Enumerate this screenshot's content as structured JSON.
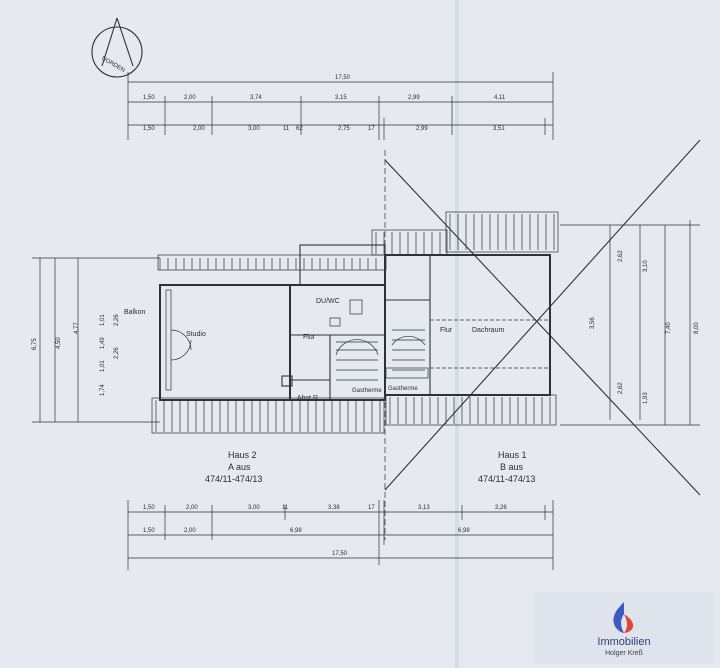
{
  "north": {
    "label": "NORDEN"
  },
  "top_dims": {
    "total": "17,50",
    "row1": [
      "1,50",
      "2,00",
      "3,74",
      "3,15",
      "2,99",
      "4,11"
    ],
    "row2": [
      "1,50",
      "2,00",
      "3,00",
      "11",
      "62",
      "2,75",
      "17",
      "2,99",
      "3,51"
    ]
  },
  "bottom_dims": {
    "row1": [
      "1,50",
      "2,00",
      "3,00",
      "11",
      "3,38",
      "17",
      "3,13",
      "3,26"
    ],
    "row2": [
      "1,50",
      "2,00",
      "6,98",
      "6,98"
    ],
    "total": "17,50"
  },
  "left_dims": {
    "total": "6,75",
    "mid": "4,50",
    "sub": "4,77",
    "parts": [
      "1,01",
      "1,49",
      "1,01",
      "2,26",
      "2,26",
      "1,74"
    ]
  },
  "right_dims": {
    "total": "8,00",
    "mid": "7,40",
    "a": "2,62",
    "b": "3,10",
    "c": "2,62",
    "d": "1,93",
    "e": "3,56"
  },
  "rooms": {
    "balkon": "Balkon",
    "studio": "Studio",
    "flur_a": "Flur",
    "du_wc": "DU/WC",
    "abst": "Abst.R.",
    "flur_b": "Flur",
    "dachraum": "Dachraum",
    "gastherme_a": "Gastherme",
    "gastherme_b": "Gastherme"
  },
  "houses": [
    {
      "name": "Haus 2",
      "sub": "A aus",
      "parcel": "474/11-474/13"
    },
    {
      "name": "Haus 1",
      "sub": "B aus",
      "parcel": "474/11-474/13"
    }
  ],
  "logo": {
    "name": "Immobilien",
    "sub": "Holger Kreß",
    "colors": {
      "blue": "#3b5bbf",
      "red": "#e0453a"
    }
  }
}
